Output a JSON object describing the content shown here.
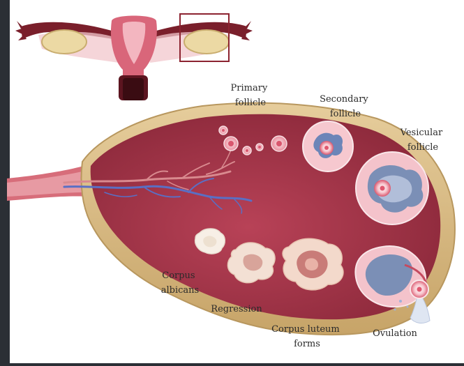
{
  "labels": {
    "primary_follicle": [
      "Primary",
      "follicle"
    ],
    "secondary_follicle": [
      "Secondary",
      "follicle"
    ],
    "vesicular_follicle": [
      "Vesicular",
      "follicle"
    ],
    "corpus_albicans": [
      "Corpus",
      "albicans"
    ],
    "regression": "Regression",
    "corpus_luteum_forms": [
      "Corpus luteum",
      "forms"
    ],
    "ovulation": "Ovulation"
  },
  "colors": {
    "frame": "#2b2f35",
    "background": "#ffffff",
    "capsule": "#d9bd88",
    "capsule_edge": "#b8975e",
    "stroma": "#a8354a",
    "stroma_dark": "#8e2a3c",
    "uterus": "#c9566a",
    "follicle_pink": "#f2b5bf",
    "antrum_blue": "#7b8fb6",
    "highlight_box": "#8c2330"
  }
}
